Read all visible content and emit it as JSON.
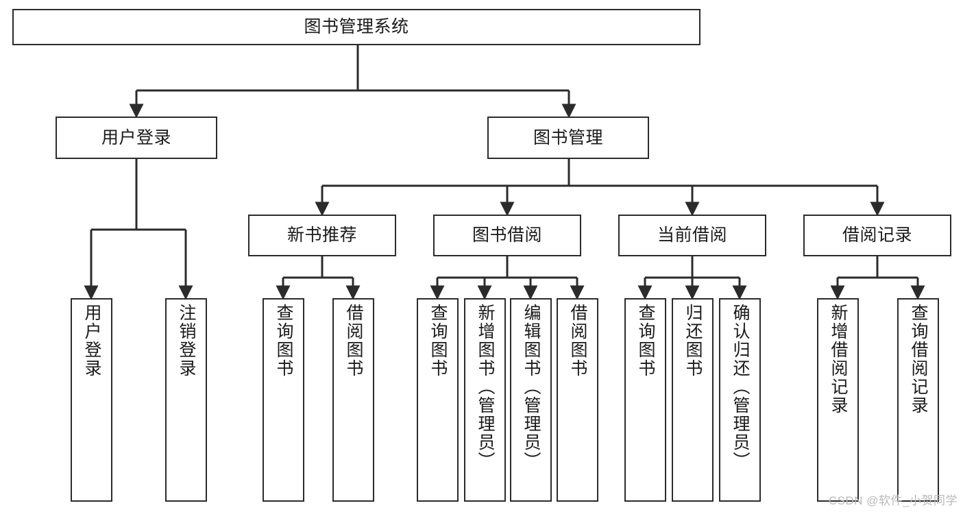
{
  "diagram": {
    "type": "tree-hierarchy-chart",
    "title": "图书管理系统",
    "line_color": "#2b2b2b",
    "box_fill": "#ffffff",
    "text_color": "#1a1a1a",
    "levels": {
      "root": {
        "id": "root",
        "label": "图书管理系统"
      },
      "level2": [
        {
          "id": "user-login",
          "label": "用户登录"
        },
        {
          "id": "book-management",
          "label": "图书管理"
        }
      ],
      "level3": [
        {
          "id": "new-book-recommend",
          "label": "新书推荐",
          "parent": "book-management"
        },
        {
          "id": "book-borrow",
          "label": "图书借阅",
          "parent": "book-management"
        },
        {
          "id": "current-borrow",
          "label": "当前借阅",
          "parent": "book-management"
        },
        {
          "id": "borrow-record",
          "label": "借阅记录",
          "parent": "book-management"
        }
      ],
      "leaves": [
        {
          "id": "leaf-user-login",
          "label": "用户登录",
          "parent": "user-login"
        },
        {
          "id": "leaf-logout-login",
          "label": "注销登录",
          "parent": "user-login"
        },
        {
          "id": "leaf-query-book-1",
          "label": "查询图书",
          "parent": "new-book-recommend"
        },
        {
          "id": "leaf-borrow-book-1",
          "label": "借阅图书",
          "parent": "new-book-recommend"
        },
        {
          "id": "leaf-query-book-2",
          "label": "查询图书",
          "parent": "book-borrow"
        },
        {
          "id": "leaf-add-book",
          "label": "新增图书（管理员）",
          "parent": "book-borrow"
        },
        {
          "id": "leaf-edit-book",
          "label": "编辑图书（管理员）",
          "parent": "book-borrow"
        },
        {
          "id": "leaf-borrow-book-2",
          "label": "借阅图书",
          "parent": "book-borrow"
        },
        {
          "id": "leaf-query-book-3",
          "label": "查询图书",
          "parent": "current-borrow"
        },
        {
          "id": "leaf-return-book",
          "label": "归还图书",
          "parent": "current-borrow"
        },
        {
          "id": "leaf-confirm-return",
          "label": "确认归还（管理员）",
          "parent": "current-borrow"
        },
        {
          "id": "leaf-add-borrow-record",
          "label": "新增借阅记录",
          "parent": "borrow-record"
        },
        {
          "id": "leaf-query-borrow-record",
          "label": "查询借阅记录",
          "parent": "borrow-record"
        }
      ]
    }
  },
  "watermark": {
    "text": "CSDN @软件_小贺同学"
  }
}
